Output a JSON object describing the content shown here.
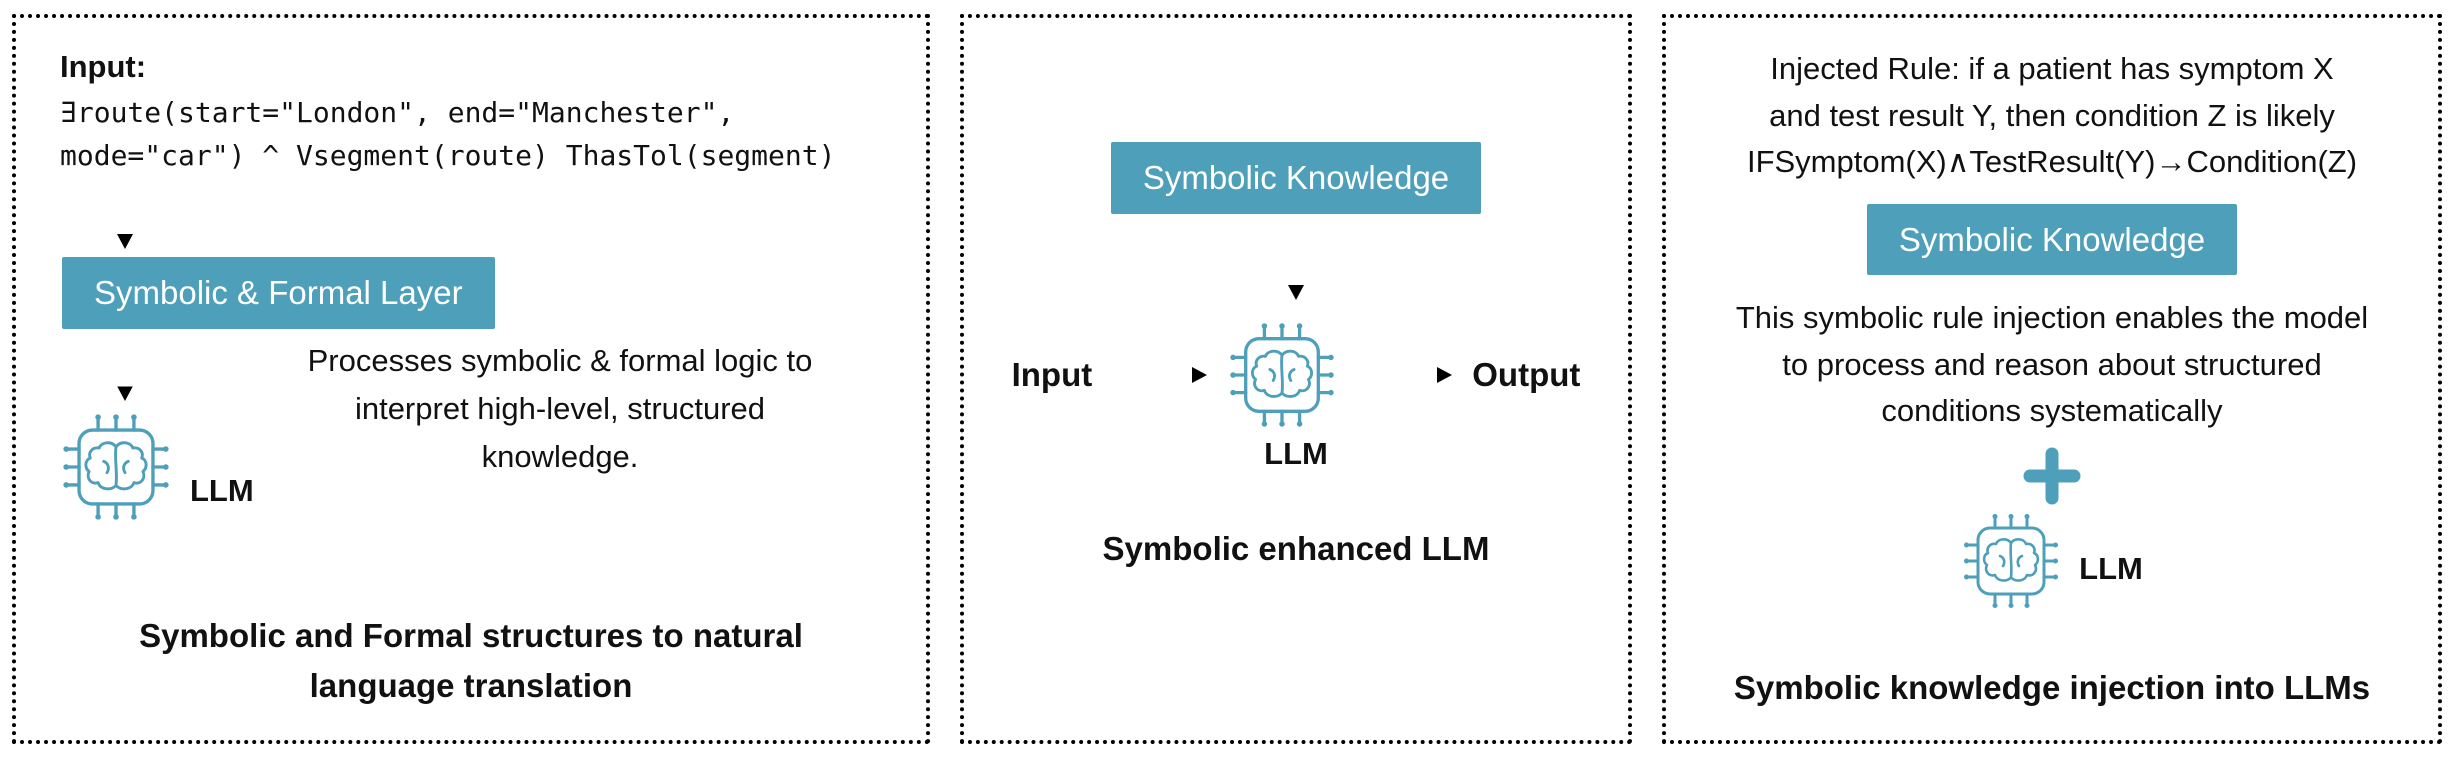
{
  "colors": {
    "accent": "#4D9FBA",
    "text": "#111111",
    "box_text": "#FFFFFF",
    "background": "#FFFFFF",
    "border": "#000000"
  },
  "panel1": {
    "input_label": "Input:",
    "formula_lines": [
      "∃route(start=\"London\", end=\"Manchester\",",
      "mode=\"car\") ^ Vsegment(route) ThasTol(segment)"
    ],
    "layer_box_label": "Symbolic & Formal Layer",
    "llm_label": "LLM",
    "description": "Processes symbolic & formal logic to interpret high-level, structured knowledge.",
    "caption": "Symbolic and Formal structures to natural language translation"
  },
  "panel2": {
    "knowledge_box_label": "Symbolic Knowledge",
    "input_label": "Input",
    "output_label": "Output",
    "llm_label": "LLM",
    "caption": "Symbolic enhanced LLM"
  },
  "panel3": {
    "rule_lines": [
      "Injected Rule: if a patient has symptom X",
      "and test result Y, then condition Z is likely",
      "IFSymptom(X)∧TestResult(Y)→Condition(Z)"
    ],
    "knowledge_box_label": "Symbolic Knowledge",
    "description": "This symbolic rule injection enables the model to process and reason about structured conditions systematically",
    "llm_label": "LLM",
    "caption": "Symbolic knowledge injection into LLMs"
  },
  "icons": {
    "llm_chip": "cpu-chip-with-brain",
    "down_arrow": "↓",
    "right_arrow": "→",
    "plus": "+"
  }
}
